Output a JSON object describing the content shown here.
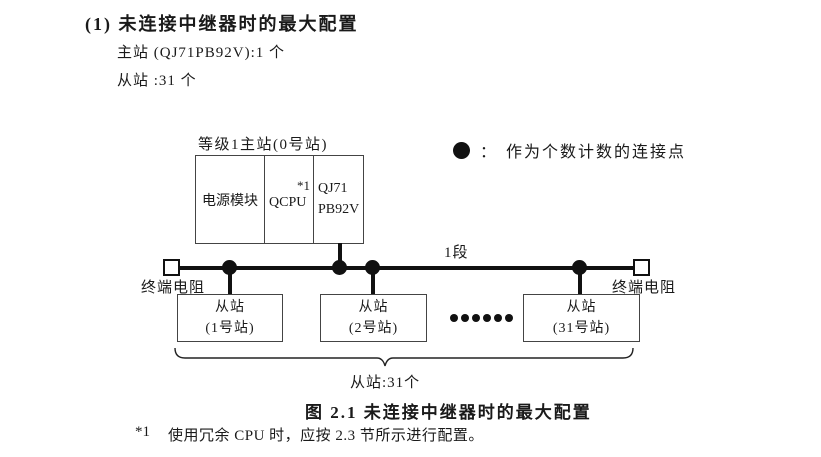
{
  "page": {
    "background": "#ffffff",
    "ink_color": "#111111",
    "border_color": "#444444"
  },
  "header": {
    "title": "(1) 未连接中继器时的最大配置",
    "master_line": "主站 (QJ71PB92V):1 个",
    "slave_line": "从站 :31 个"
  },
  "diagram": {
    "master_label": "等级1主站(0号站)",
    "master_modules": [
      {
        "label": "电源模块"
      },
      {
        "label": "QCPU",
        "note": "*1"
      },
      {
        "label": "QJ71\nPB92V"
      }
    ],
    "legend": {
      "symbol": "connection-point-dot",
      "colon": "：",
      "text": "作为个数计数的连接点"
    },
    "segment_label": "1段",
    "terminator_left": "终端电阻",
    "terminator_right": "终端电阻",
    "slaves": [
      {
        "label": "从站\n(1号站)"
      },
      {
        "label": "从站\n(2号站)"
      },
      {
        "label": "从站\n(31号站)"
      }
    ],
    "ellipsis_count": 6,
    "brace_label": "从站:31个"
  },
  "caption": "图 2.1 未连接中继器时的最大配置",
  "footnote": {
    "marker": "*1",
    "text": "使用冗余 CPU 时，应按 2.3 节所示进行配置。"
  }
}
